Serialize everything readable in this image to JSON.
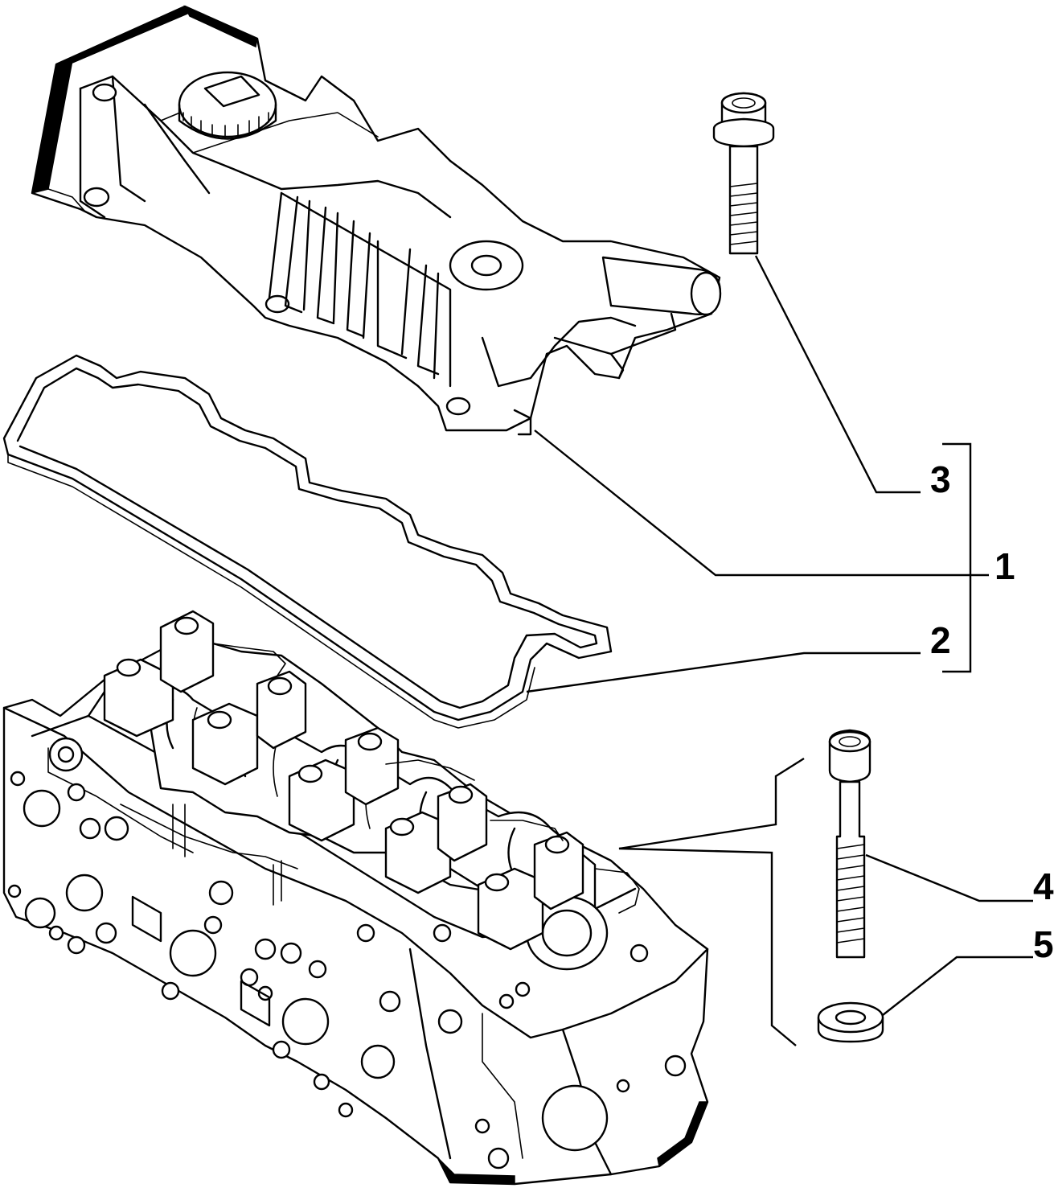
{
  "callouts": {
    "c1": "1",
    "c2": "2",
    "c3": "3",
    "c4": "4",
    "c5": "5"
  },
  "colors": {
    "ink": "#000000",
    "background": "#ffffff"
  }
}
